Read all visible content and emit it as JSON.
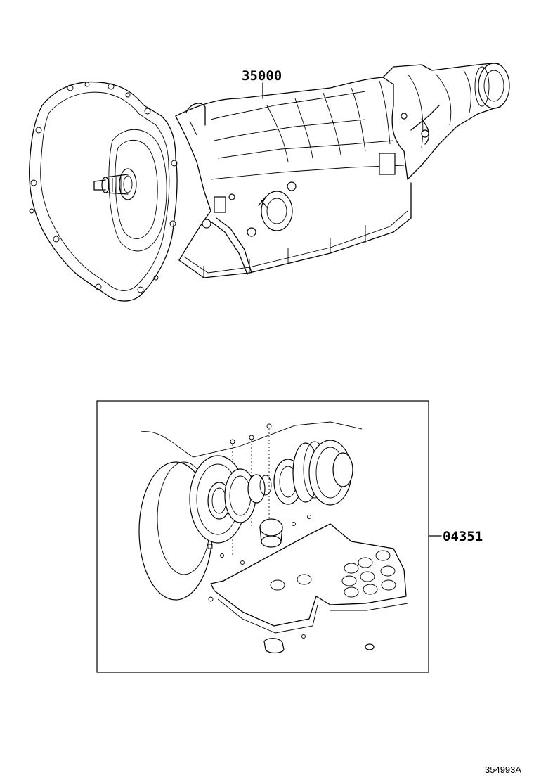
{
  "parts": [
    {
      "part_number": "35000"
    },
    {
      "part_number": "04351"
    }
  ],
  "reference_code": "354993A"
}
